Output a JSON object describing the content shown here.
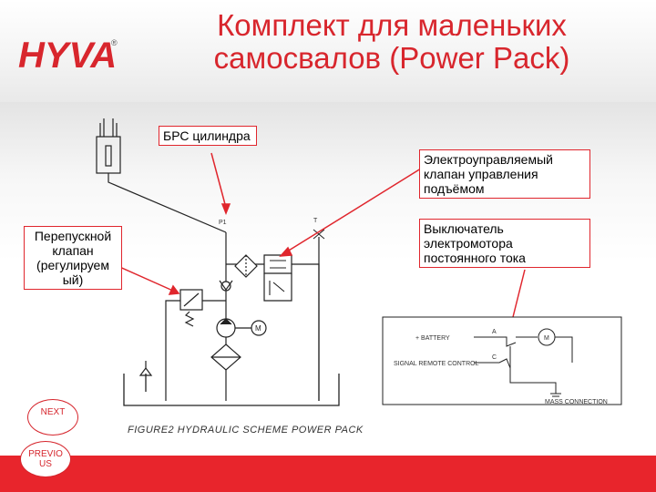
{
  "title_line1": "Комплект для маленьких",
  "title_line2": "самосвалов (Power Pack)",
  "logo_text": "HYVA",
  "logo_mark": "®",
  "callouts": {
    "cylinder": "БРС цилиндра",
    "solenoid_valve": "Электроуправляемый клапан управления подъёмом",
    "bypass_valve": "Перепускной клапан (регулируем ый)",
    "motor_switch": "Выключатель электромотора постоянного тока"
  },
  "scheme_labels": {
    "p1": "P1",
    "t": "T"
  },
  "caption": "FIGURE2 HYDRAULIC SCHEME POWER PACK",
  "wiring_labels": {
    "battery": "+ BATTERY",
    "signal": "SIGNAL REMOTE CONTROL",
    "a": "A",
    "c": "C",
    "motor": "M",
    "mass": "MASS CONNECTION"
  },
  "nav": {
    "next": "NEXT",
    "previous": "PREVIO US"
  },
  "colors": {
    "accent": "#e8252c",
    "title": "#d8262d"
  }
}
